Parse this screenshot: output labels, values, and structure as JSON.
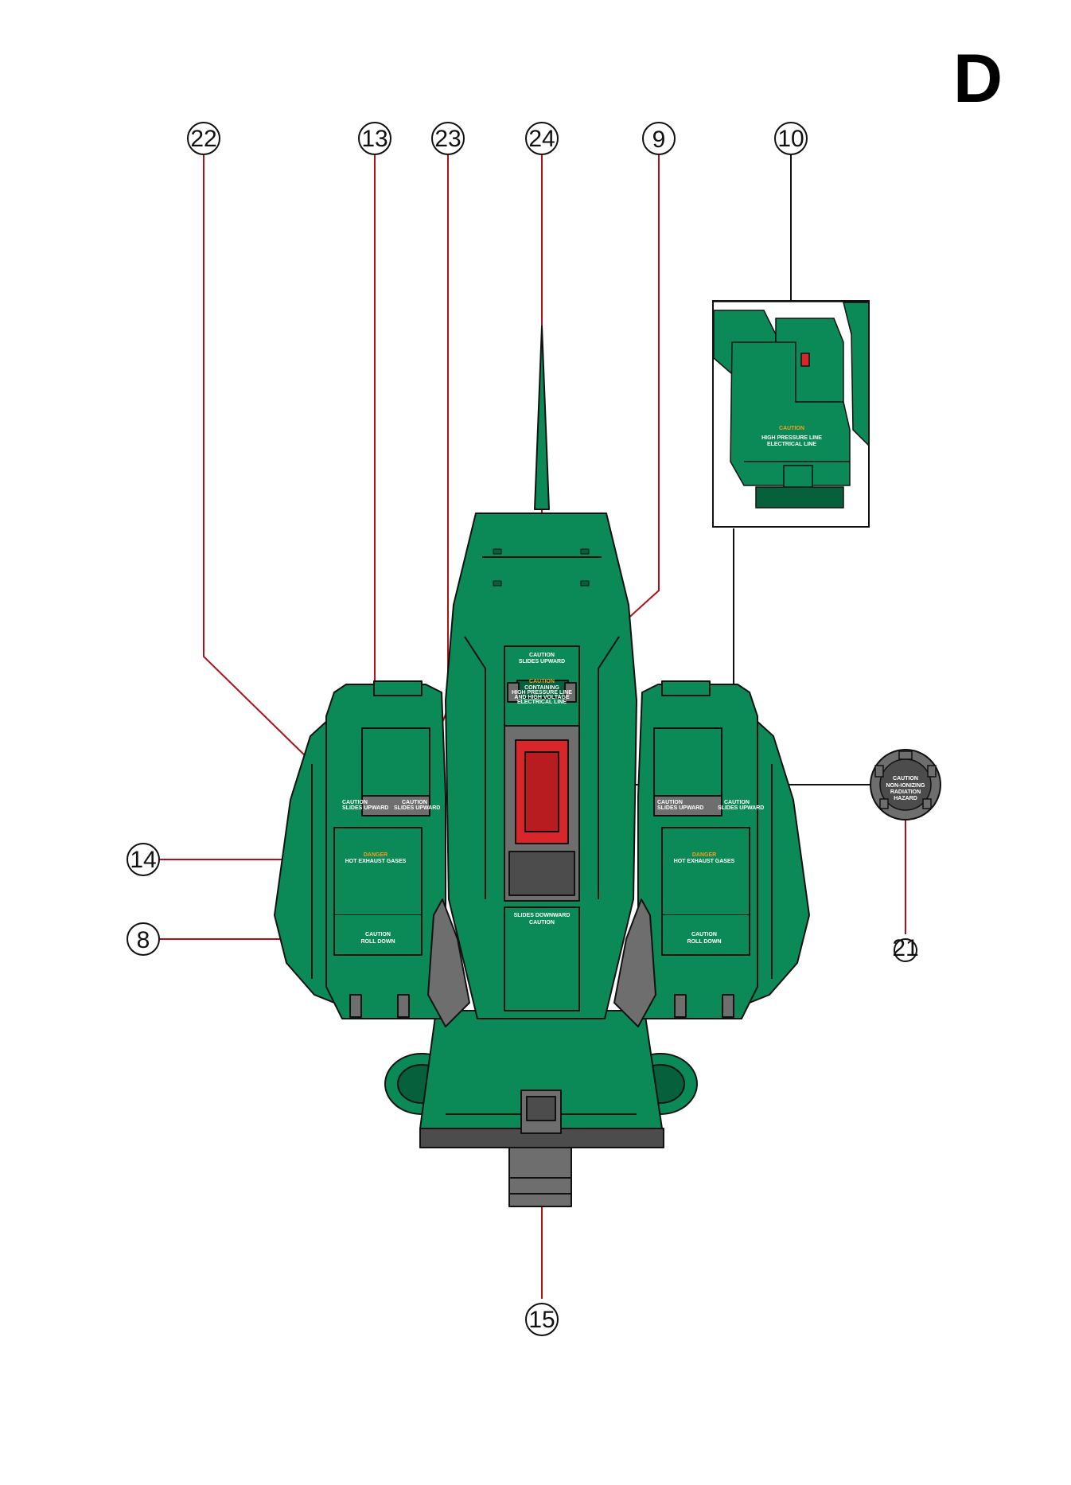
{
  "sheet": {
    "letter": "D"
  },
  "callouts": {
    "c22": "22",
    "c13": "13",
    "c23": "23",
    "c24": "24",
    "c9": "9",
    "c10": "10",
    "c14": "14",
    "c8": "8",
    "c21": "21",
    "c15": "15"
  },
  "decals": {
    "caution": "CAUTION",
    "slides_upward": "SLIDES UPWARD",
    "slides_downward": "SLIDES DOWNWARD",
    "roll_down": "ROLL DOWN",
    "danger": "DANGER",
    "hot_exhaust": "HOT EXHAUST GASES",
    "containing_1": "CONTAINING",
    "containing_2": "HIGH PRESSURE LINE",
    "containing_3": "AND HIGH VOLTAGE",
    "containing_4": "ELECTRICAL LINE",
    "non_ionizing": "NON-IONIZING",
    "radiation": "RADIATION",
    "hazard": "HAZARD"
  },
  "colors": {
    "body_green": "#0b8a57",
    "dark_green": "#06603c",
    "accent_red": "#d9262a",
    "leader_red": "#b0101a",
    "gray_part": "#6e6e6e",
    "outline": "#111111"
  }
}
